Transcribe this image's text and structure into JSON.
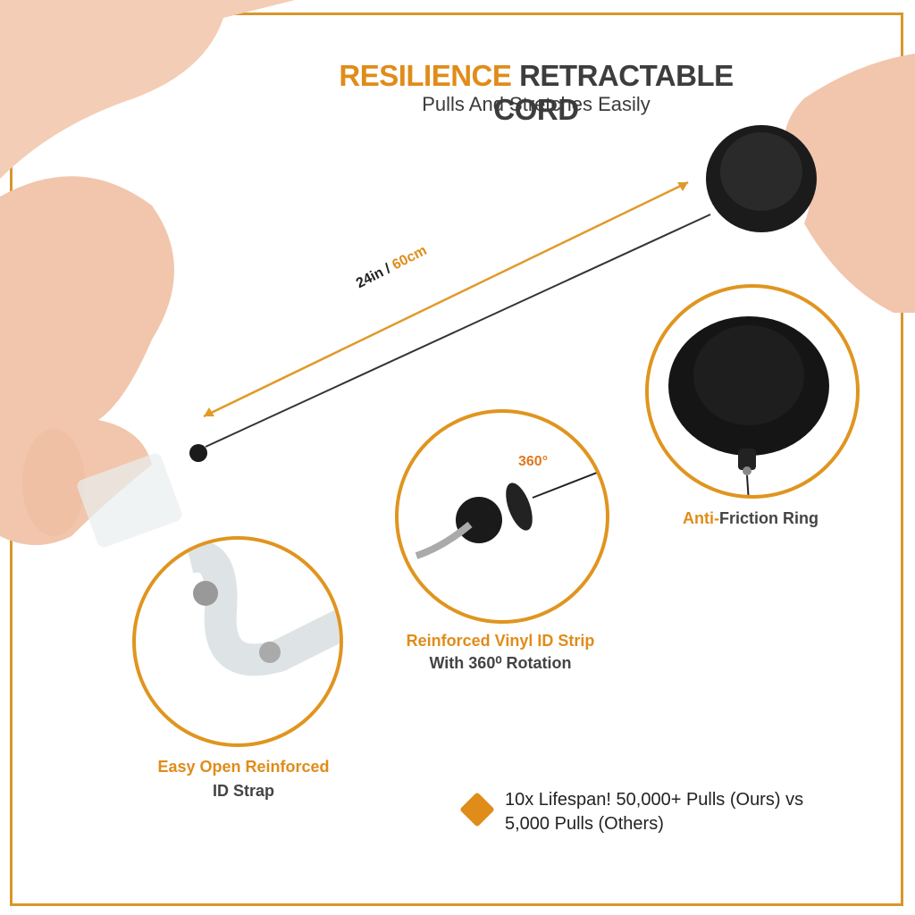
{
  "header": {
    "title_accent": "RESILIENCE",
    "title_rest": "RETRACTABLE CORD",
    "subtitle": "Pulls And Stretches Easily"
  },
  "dimension": {
    "imperial": "24in",
    "separator": " / ",
    "metric": "60cm"
  },
  "rotation_label": "360°",
  "features": [
    {
      "accent": "Anti-",
      "rest": "Friction Ring"
    },
    {
      "line1": "Reinforced Vinyl ID Strip",
      "line2": "With 360⁰ Rotation"
    },
    {
      "line1": "Easy Open Reinforced",
      "line2": "ID Strap"
    }
  ],
  "note": {
    "line1": "10x Lifespan! 50,000+ Pulls (Ours) vs",
    "line2": "5,000 Pulls (Others)"
  },
  "colors": {
    "accent": "#e08c1a",
    "frame": "#d8962a",
    "text": "#3d3d3d"
  }
}
